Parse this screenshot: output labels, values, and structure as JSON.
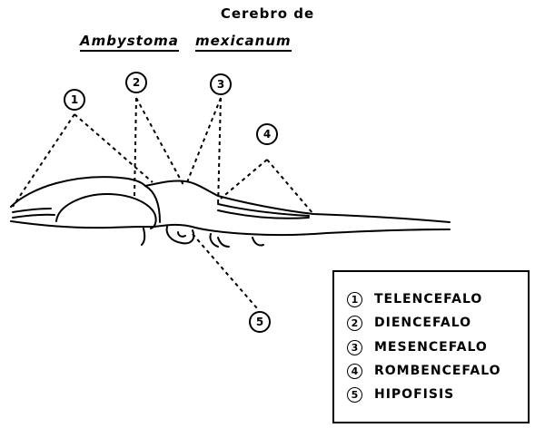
{
  "title": {
    "line1": "Cerebro de",
    "genus": "Ambystoma",
    "species": "mexicanum"
  },
  "callouts": [
    {
      "number": "1",
      "label": "TELENCEFALO"
    },
    {
      "number": "2",
      "label": "DIENCEFALO"
    },
    {
      "number": "3",
      "label": "MESENCEFALO"
    },
    {
      "number": "4",
      "label": "ROMBENCEFALO"
    },
    {
      "number": "5",
      "label": "HIPOFISIS"
    }
  ]
}
